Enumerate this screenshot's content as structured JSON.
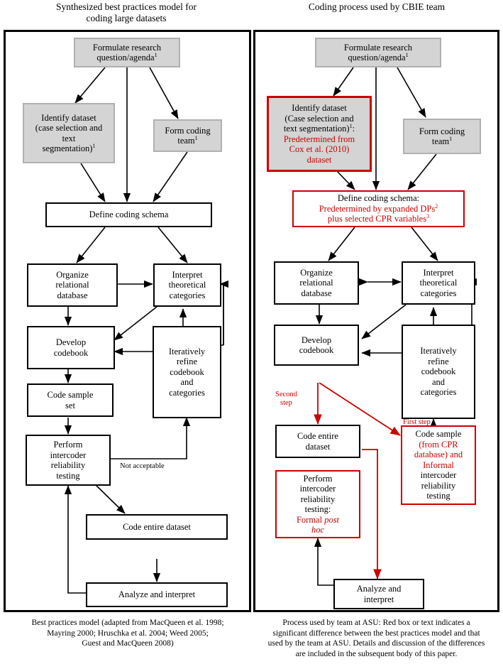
{
  "panels": {
    "left": {
      "title_line1": "Synthesized best practices model for",
      "title_line2": "coding large datasets",
      "caption_line1": "Best practices model (adapted from MacQueen et al. 1998;",
      "caption_line2": "Mayring 2000; Hruschka et al. 2004; Weed 2005;",
      "caption_line3": "Guest and MacQueen 2008)",
      "nodes": {
        "formulate": {
          "l1": "Formulate research",
          "l2": "question/agenda",
          "sup": "1"
        },
        "identify": {
          "l1": "Identify dataset",
          "l2": "(case selection and",
          "l3": "text",
          "l4": "segmentation)",
          "sup": "1"
        },
        "formteam": {
          "l1": "Form coding",
          "l2": "team",
          "sup": "1"
        },
        "schema": {
          "l1": "Define coding schema"
        },
        "organize": {
          "l1": "Organize",
          "l2": "relational",
          "l3": "database"
        },
        "interpret": {
          "l1": "Interpret",
          "l2": "theoretical",
          "l3": "categories"
        },
        "develop": {
          "l1": "Develop",
          "l2": "codebook"
        },
        "iterate": {
          "l1": "Iteratively",
          "l2": "refine",
          "l3": "codebook",
          "l4": "and",
          "l5": "categories"
        },
        "codesample": {
          "l1": "Code sample",
          "l2": "set"
        },
        "perform": {
          "l1": "Perform",
          "l2": "intercoder",
          "l3": "reliability",
          "l4": "testing"
        },
        "codeentire": {
          "l1": "Code entire dataset"
        },
        "analyze": {
          "l1": "Analyze and interpret"
        }
      },
      "edge_labels": {
        "not_acceptable": "Not acceptable"
      }
    },
    "right": {
      "title": "Coding process used by CBIE team",
      "caption_line1": "Process used by team at ASU: Red box or text indicates a",
      "caption_line2": "significant difference between the best practices model and that",
      "caption_line3": "used by the team at ASU. Details and discussion of the differences",
      "caption_line4": "are included in the subsequent body of this paper.",
      "nodes": {
        "formulate": {
          "l1": "Formulate research",
          "l2": "question/agenda",
          "sup": "1"
        },
        "identify": {
          "l1": "Identify dataset",
          "l2": "(Case selection and",
          "l3": "text segmentation)",
          "sup": "1",
          "l3b": ":",
          "r1": "Predetermined from",
          "r2": "Cox et al. (2010)",
          "r3": "dataset"
        },
        "formteam": {
          "l1": "Form coding",
          "l2": "team",
          "sup": "1"
        },
        "schema": {
          "l1": "Define coding schema:",
          "r1": "Predetermined by expanded DPs",
          "r1sup": "2",
          "r2": "plus selected CPR variables",
          "r2sup": "3"
        },
        "organize": {
          "l1": "Organize",
          "l2": "relational",
          "l3": "database"
        },
        "interpret": {
          "l1": "Interpret",
          "l2": "theoretical",
          "l3": "categories"
        },
        "develop": {
          "l1": "Develop",
          "l2": "codebook"
        },
        "iterate": {
          "l1": "Iteratively",
          "l2": "refine",
          "l3": "codebook",
          "l4": "and",
          "l5": "categories"
        },
        "codeentire": {
          "l1": "Code entire",
          "l2": "dataset"
        },
        "codesample": {
          "l1": "Code sample",
          "r1": "(from CPR",
          "r2": "database) and",
          "r3": "Informal",
          "l2": "intercoder",
          "l3": "reliability",
          "l4": "testing"
        },
        "perform": {
          "l1": "Perform",
          "l2": "intercoder",
          "l3": "reliability",
          "l4": "testing:",
          "r1": "Formal",
          "r2": "post",
          "r3": "hoc"
        },
        "analyze": {
          "l1": "Analyze and",
          "l2": "interpret"
        }
      },
      "edge_labels": {
        "second_step_l1": "Second",
        "second_step_l2": "step",
        "first_step": "First step"
      }
    }
  },
  "colors": {
    "red": "#cc0000",
    "gray_fill": "#d4d4d4",
    "black": "#000000"
  }
}
